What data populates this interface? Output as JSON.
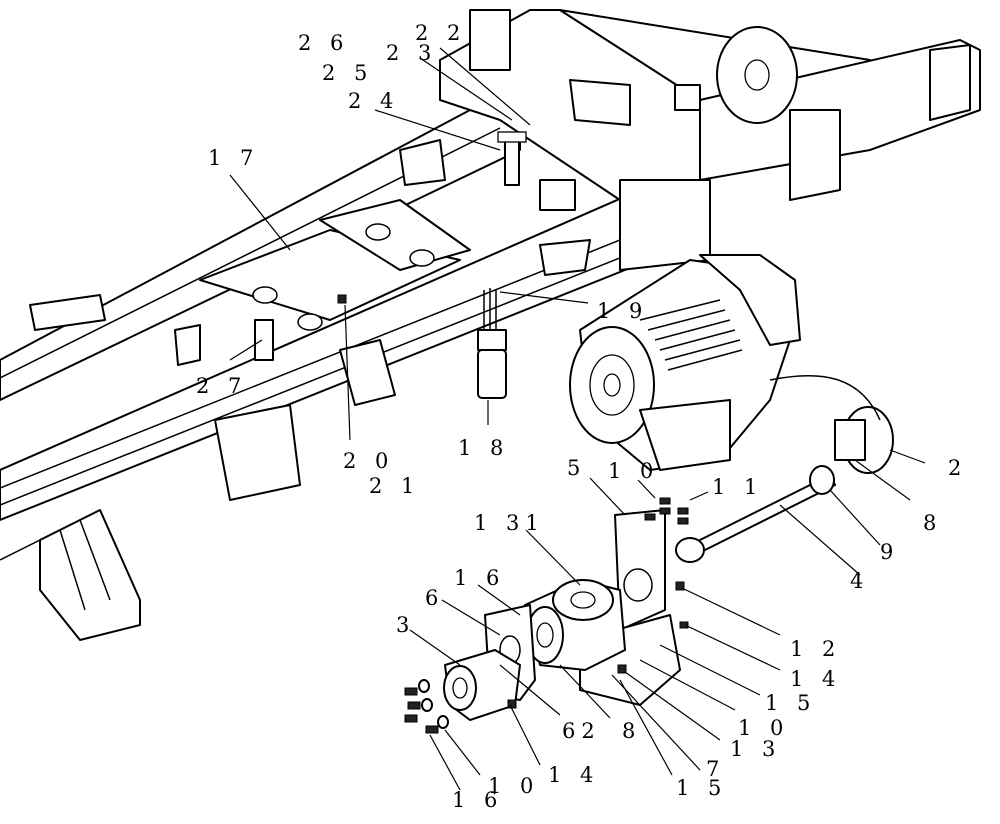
{
  "callouts": [
    {
      "id": "c26",
      "text": "2 6"
    },
    {
      "id": "c25",
      "text": "2 5"
    },
    {
      "id": "c24",
      "text": "2 4"
    },
    {
      "id": "c23",
      "text": "2 3"
    },
    {
      "id": "c22",
      "text": "2 2"
    },
    {
      "id": "c17",
      "text": "1 7"
    },
    {
      "id": "c19",
      "text": "1 9"
    },
    {
      "id": "c27",
      "text": "2 7"
    },
    {
      "id": "c18",
      "text": "1 8"
    },
    {
      "id": "c20",
      "text": "2 0"
    },
    {
      "id": "c21",
      "text": "2 1"
    },
    {
      "id": "c2",
      "text": "2"
    },
    {
      "id": "c8",
      "text": "8"
    },
    {
      "id": "c5",
      "text": "5"
    },
    {
      "id": "c10a",
      "text": "1 0"
    },
    {
      "id": "c11",
      "text": "1 1"
    },
    {
      "id": "c9",
      "text": "9"
    },
    {
      "id": "c131",
      "text": "1 31"
    },
    {
      "id": "c4",
      "text": "4"
    },
    {
      "id": "c16a",
      "text": "1 6"
    },
    {
      "id": "c6",
      "text": "6"
    },
    {
      "id": "c12",
      "text": "1 2"
    },
    {
      "id": "c3",
      "text": "3"
    },
    {
      "id": "c14a",
      "text": "1 4"
    },
    {
      "id": "c15a",
      "text": "1 5"
    },
    {
      "id": "c10b",
      "text": "1 0"
    },
    {
      "id": "c62",
      "text": "62"
    },
    {
      "id": "c8b",
      "text": "8"
    },
    {
      "id": "c13",
      "text": "1 3"
    },
    {
      "id": "c14b",
      "text": "1 4"
    },
    {
      "id": "c7",
      "text": "7"
    },
    {
      "id": "c16b",
      "text": "1 6"
    },
    {
      "id": "c10c",
      "text": "1 0"
    },
    {
      "id": "c15b",
      "text": "1 5"
    }
  ]
}
